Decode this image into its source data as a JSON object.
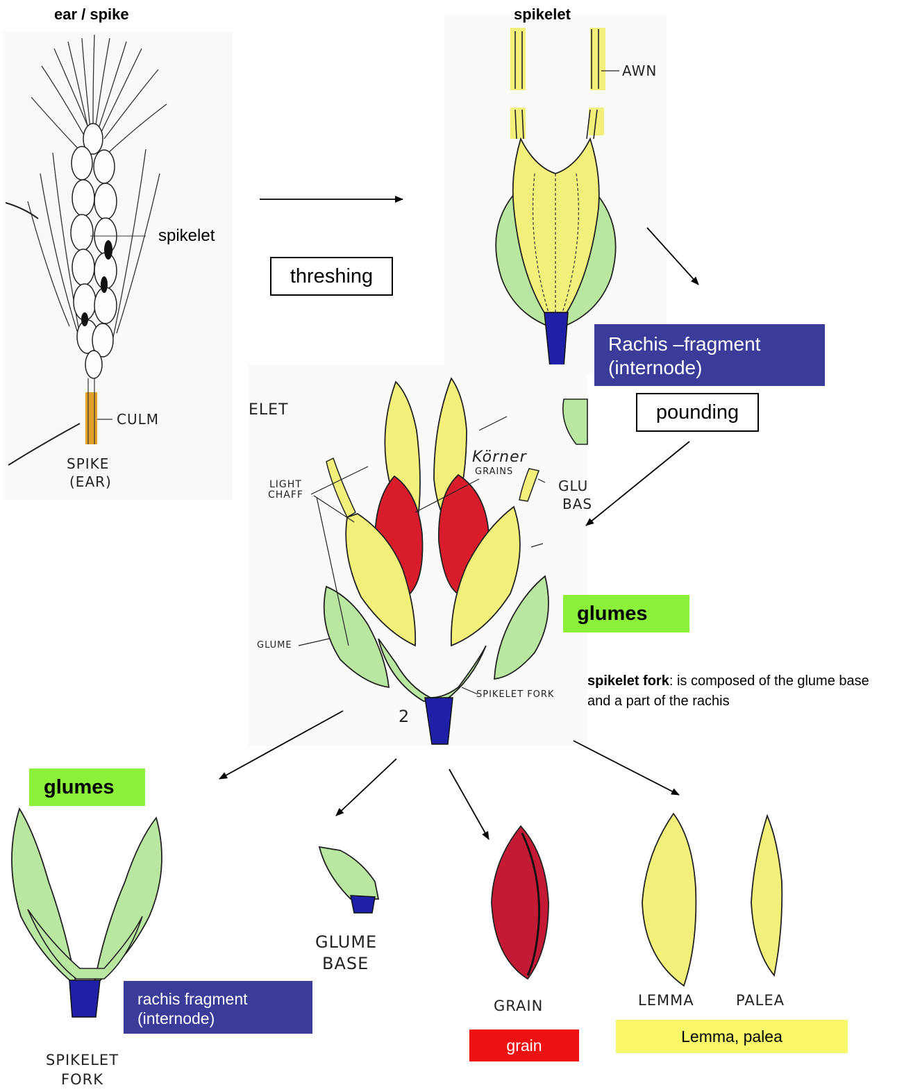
{
  "titles": {
    "ear_spike": "ear / spike",
    "spikelet": "spikelet"
  },
  "labels": {
    "spikelet_callout": "spikelet",
    "culm": "CULM",
    "spike_ear_line1": "SPIKE",
    "spike_ear_line2": "(EAR)",
    "awn": "AWN",
    "elet": "ELET",
    "korner": "Körner",
    "grains": "GRAINS",
    "light_chaff_line1": "LIGHT",
    "light_chaff_line2": "CHAFF",
    "glu_partial": "GLU",
    "bas_partial": "BAS",
    "glume": "GLUME",
    "spikelet_fork_inner": "SPIKELET FORK",
    "figure_number": "2",
    "glume_base_line1": "GLUME",
    "glume_base_line2": "BASE",
    "grain_caption": "GRAIN",
    "lemma": "LEMMA",
    "palea": "PALEA",
    "spikelet_fork_line1": "SPIKELET",
    "spikelet_fork_line2": "FORK"
  },
  "boxes": {
    "threshing": "threshing",
    "pounding": "pounding",
    "rachis_top_line1": "Rachis –fragment",
    "rachis_top_line2": "(internode)",
    "glumes_right": "glumes",
    "glumes_left": "glumes",
    "rachis_bottom_line1": "rachis fragment",
    "rachis_bottom_line2": "(internode)",
    "grain": "grain",
    "lemma_palea": "Lemma, palea"
  },
  "note": {
    "bold": "spikelet fork",
    "rest": ": is composed of  the glume base and a part of the rachis"
  },
  "colors": {
    "chaff_yellow": "#f2f07a",
    "glume_green": "#b9e6a0",
    "rachis_blue": "#1f1fa8",
    "grain_red": "#d81c2c",
    "culm_orange": "#e2a22a",
    "box_blue": "#3b3b99",
    "box_green": "#8cf03a",
    "box_red": "#ee1111",
    "box_yellow": "#f8f86a"
  }
}
